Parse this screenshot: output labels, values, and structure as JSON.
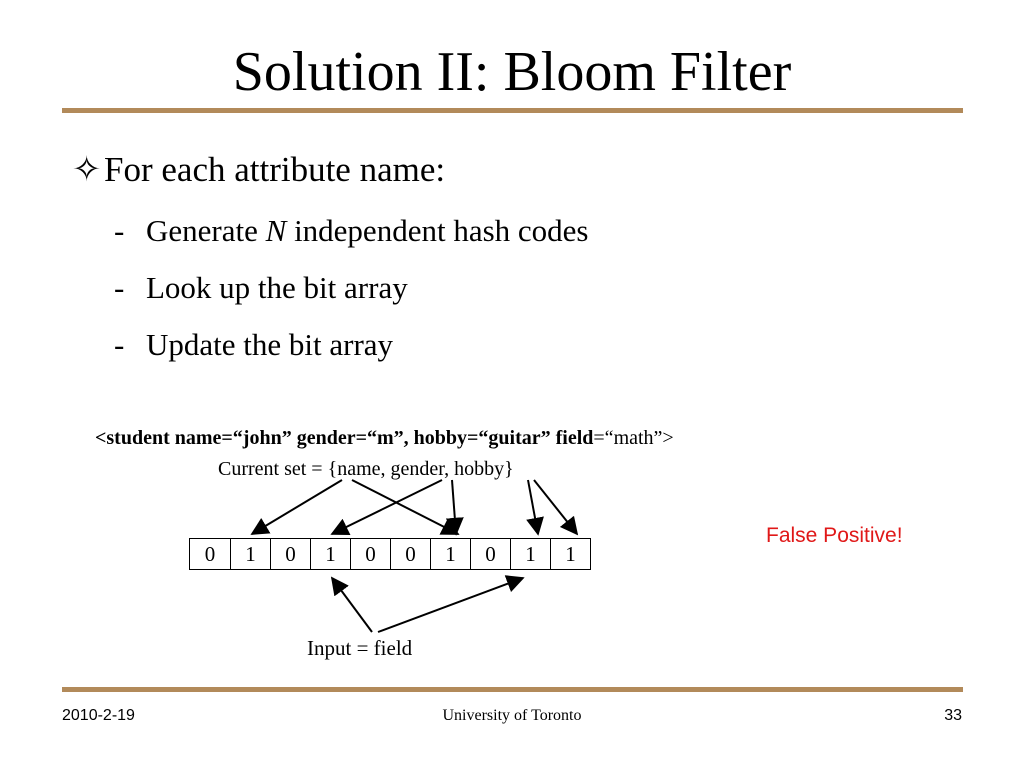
{
  "slide": {
    "title": "Solution II: Bloom Filter",
    "bullet": {
      "icon": "star-outline-icon",
      "text": "For each attribute name:"
    },
    "subbullets": [
      {
        "dash": "-",
        "before": "Generate ",
        "italic": "N",
        "after": " independent hash codes"
      },
      {
        "dash": "-",
        "text": "Look up the bit array"
      },
      {
        "dash": "-",
        "text": "Update the bit array"
      }
    ]
  },
  "diagram": {
    "tag_bold": "<student name=“john” gender=“m”, hobby=“guitar” field",
    "tag_rest": "=“math”>",
    "current_set": "Current set = {name, gender, hobby}",
    "false_positive": "False Positive!",
    "bits": [
      "0",
      "1",
      "0",
      "1",
      "0",
      "0",
      "1",
      "0",
      "1",
      "1"
    ],
    "input_label": "Input =  field",
    "colors": {
      "false_positive": "#e01818",
      "rule": "#b28a5a"
    }
  },
  "footer": {
    "date": "2010-2-19",
    "org": "University of Toronto",
    "page": "33"
  }
}
